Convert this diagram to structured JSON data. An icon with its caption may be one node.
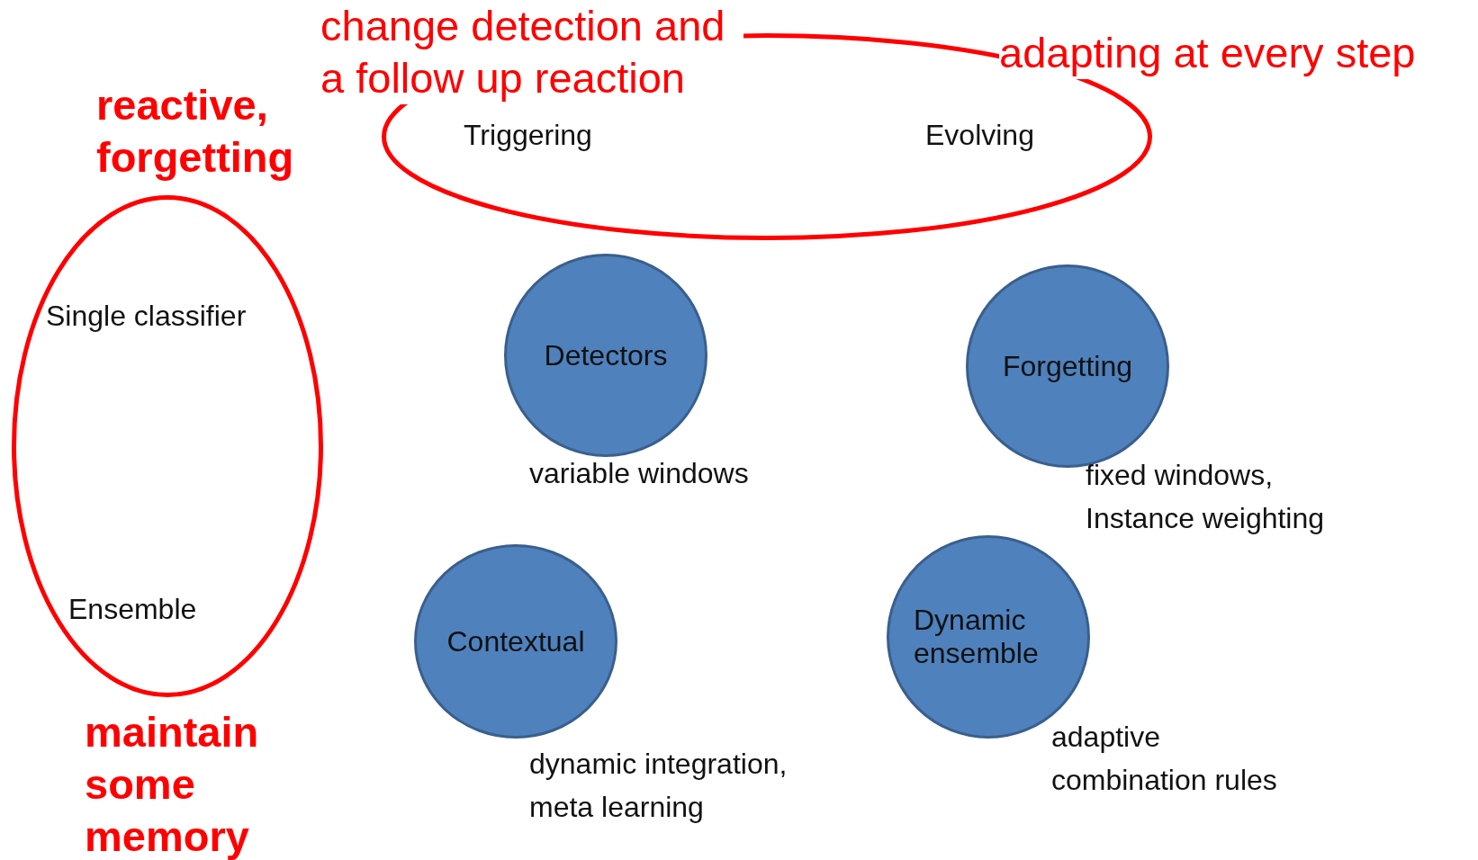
{
  "diagram": {
    "nodes": [
      {
        "text": [
          "Triggering",
          "Evolving"
        ]
      },
      {
        "text": [
          "Single classifier",
          "Ensemble"
        ]
      },
      {
        "text": [
          "Detectors"
        ],
        "beside": [
          "variable windows"
        ]
      },
      {
        "text": [
          "Forgetting"
        ],
        "beside": [
          "fixed windows, Instance weighting"
        ]
      },
      {
        "text": [
          "Contextual"
        ],
        "beside": [
          "dynamic integration, meta learning"
        ]
      },
      {
        "text": [
          "Dynamic ensemble"
        ],
        "beside": [
          "adaptive combination rules"
        ]
      }
    ],
    "labels": [
      "change detection and a follow up reaction",
      "adapting at every step",
      "reactive, forgetting",
      "maintain some memory"
    ]
  }
}
